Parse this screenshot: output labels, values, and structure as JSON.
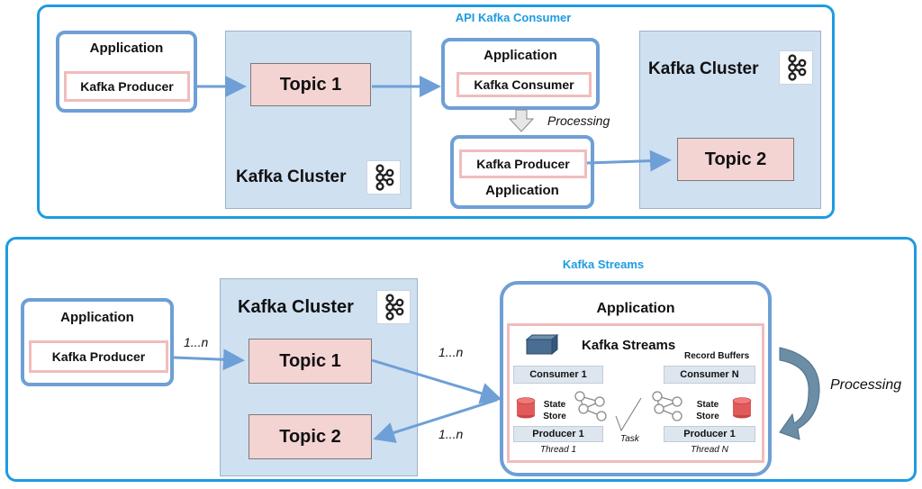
{
  "top": {
    "title": "API Kafka Consumer",
    "app1": {
      "label": "Application",
      "field": "Kafka Producer"
    },
    "cluster1": {
      "label": "Kafka Cluster",
      "topic": "Topic 1"
    },
    "app2": {
      "label": "Application",
      "field": "Kafka Consumer"
    },
    "processing": "Processing",
    "app3": {
      "label": "Application",
      "field": "Kafka Producer"
    },
    "cluster2": {
      "label": "Kafka Cluster",
      "topic": "Topic 2"
    }
  },
  "bottom": {
    "title": "Kafka Streams",
    "app1": {
      "label": "Application",
      "field": "Kafka Producer"
    },
    "mult_in": "1...n",
    "cluster": {
      "label": "Kafka Cluster",
      "topic1": "Topic 1",
      "topic2": "Topic 2"
    },
    "mult_out1": "1...n",
    "mult_out2": "1...n",
    "streams_app": {
      "label": "Application",
      "streams_label": "Kafka Streams",
      "record_buffers": "Record Buffers",
      "consumer1": "Consumer 1",
      "consumerN": "Consumer N",
      "state_store_left": "State\nStore",
      "state_store_right": "State\nStore",
      "producer1_left": "Producer 1",
      "producer1_right": "Producer 1",
      "thread1": "Thread 1",
      "threadN": "Thread N",
      "task": "Task"
    },
    "processing": "Processing"
  },
  "colors": {
    "accent": "#1e9be0",
    "cluster": "#cfe0f1",
    "topic": "#f4d3d3",
    "app_border": "#6e9fd6",
    "field_border": "#f1bcbc",
    "db": "#e05a5a"
  },
  "icons": {
    "kafka": "kafka-logo-icon",
    "db": "database-icon",
    "graph": "task-graph-icon",
    "streams": "stream-stack-icon"
  }
}
